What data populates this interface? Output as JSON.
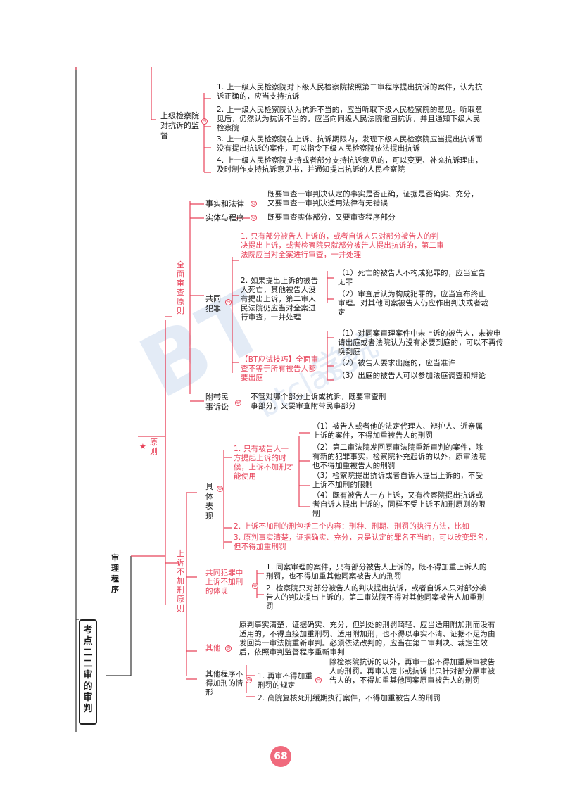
{
  "watermark": {
    "mark": "BT",
    "school": "学院",
    "site": "btclass"
  },
  "root": {
    "title": "考点二 二审的审判"
  },
  "shenli": {
    "label": "审理程序"
  },
  "jiandu": {
    "label": "上级检察院对抗诉的监督",
    "items": [
      "1. 上一级人民检察院对下级人民检察院按照第二审程序提出抗诉的案件，认为抗诉正确的，应当支持抗诉",
      "2. 上一级人民检察院认为抗诉不当的，应当听取下级人民检察院的意见。听取意见后，仍然认为抗诉不当的，应当向同级人民法院撤回抗诉，并且通知下级人民检察院",
      "3. 上一级人民检察院在上诉、抗诉期限内，发现下级人民检察院应当提出抗诉而没有提出抗诉的案件，可以指令下级人民检察院依法提出抗诉",
      "4. 上一级人民检察院支持或者部分支持抗诉意见的，可以变更、补充抗诉理由，及时制作支持抗诉意见书，并通知提出抗诉的人民检察院"
    ]
  },
  "quanmian": {
    "label": "全面审查原则",
    "facts": {
      "label": "事实和法律",
      "text": "既要审查一审判决认定的事实是否正确，证据是否确实、充分，又要审查一审判决适用法律有无错误"
    },
    "entity": {
      "label": "实体与程序",
      "text": "既要审查实体部分，又要审查程序部分"
    },
    "gongtong": {
      "label": "共同犯罪",
      "item1": "1. 只有部分被告人上诉的，或者自诉人只对部分被告人的判决提出上诉，或者检察院只就部分被告人提出抗诉的，第二审法院应当对全案进行审查，一并处理",
      "item2": "2. 如果提出上诉的被告人死亡，其他被告人没有提出上诉，第二审人民法院仍应当对全案进行审查，一并处理",
      "dead1": "（1）死亡的被告人不构成犯罪的，应当宣告无罪",
      "dead2": "（2）审查后认为构成犯罪的，应当宣布终止审理。对其他同案被告人仍应作出判决或者裁定",
      "tip": "【BT应试技巧】全面审查不等于所有被告人都要出庭",
      "tip1": "（1）对同案审理案件中未上诉的被告人，未被申请出庭或者法院认为没有必要到庭的，可以不再传唤到庭",
      "tip2": "（2）被告人要求出庭的，应当准许",
      "tip3": "（3）出庭的被告人可以参加法庭调查和辩论"
    },
    "fudai": {
      "label": "附带民事诉讼",
      "text": "不管对哪个部分上诉或抗诉，既要审查刑事部分，又要审查附带民事部分"
    }
  },
  "yuanze": {
    "star": "★",
    "label": "原则"
  },
  "bujiaxing": {
    "label": "上诉不加刑原则",
    "juti": {
      "label": "具体表现",
      "item1": "1. 只有被告人一方提起上诉的时候，上诉不加刑才能使用",
      "sub1": "（1）被告人或者他的法定代理人、辩护人、近亲属上诉的案件，不得加重被告人的刑罚",
      "sub2": "（2）第二审法院发回原审法院重新审判的案件，除有新的犯罪事实，检察院补充起诉的以外，原审法院也不得加重被告人的刑罚",
      "sub3": "（3）检察院提出抗诉或者自诉人提出上诉的，不受上诉不加刑的限制",
      "sub4": "（4）既有被告人一方上诉，又有检察院提出抗诉或者自诉人提出上诉的，同样不受上诉不加刑原则的限制",
      "item2": "2. 上诉不加刑的刑包括三个内容：刑种、刑期、刑罚的执行方法，比如",
      "item3": "3. 原判事实清楚，证据确实、充分，只是认定的罪名不当的，可以改变罪名，但不得加重刑罚"
    },
    "gongtong": {
      "label": "共同犯罪中上诉不加刑的体现",
      "item1": "1. 同案审理的案件，只有部分被告人上诉的，既不得加重上诉人的刑罚，也不得加重其他同案被告人的刑罚",
      "item2": "2. 检察院只对部分被告人的判决提出抗诉，或者自诉人只对部分被告人的判决提出上诉的，第二审法院不得对其他同案被告人加重刑罚"
    },
    "qita": {
      "label": "其他",
      "text": "原判事实清楚，证据确实、充分，但判处的刑罚畸轻、应当适用附加刑而没有适用的，不得直接加重刑罚、适用附加刑，也不得以事实不清、证据不足为由发回第一审法院重新审判。必须依法改判的，应当在第二审判决、裁定生效后，依照审判监督程序重新审判"
    },
    "qitachengxu": {
      "label": "其他程序不得加刑的情形",
      "item1": "1. 再审不得加重刑罚的规定",
      "item1_text": "除检察院抗诉的以外，再审一般不得加重原审被告人的刑罚。再审决定书或抗诉书只针对部分原审被告人的，不得加重其他同案原审被告人的刑罚",
      "item2": "2. 高院复核死刑缓期执行案件，不得加重被告人的刑罚"
    }
  },
  "page": {
    "number": "68"
  },
  "colors": {
    "accent": "#e8435a",
    "root_border": "#222222",
    "page_badge": "#f06a7d"
  }
}
